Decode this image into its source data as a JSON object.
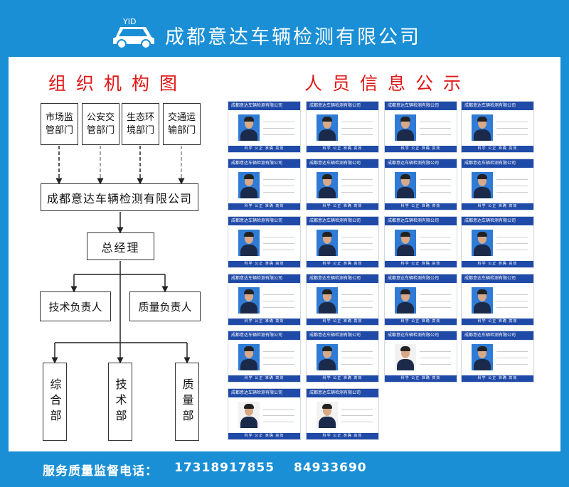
{
  "header": {
    "company": "成都意达车辆检测有限公司",
    "logo_text": "YID"
  },
  "org_chart": {
    "title": "组织机构图",
    "departments": [
      "市场监管部门",
      "公安交管部门",
      "生态环境部门",
      "交通运输部门"
    ],
    "company": "成都意达车辆检测有限公司",
    "general_manager": "总经理",
    "leads": [
      "技术负责人",
      "质量负责人"
    ],
    "divisions": [
      "综合部",
      "技术部",
      "质量部"
    ]
  },
  "staff": {
    "title": "人员信息公示",
    "card_header": "成都意达车辆检测有限公司",
    "card_footer": "科学 公正 准确 高效",
    "count": 22
  },
  "footer": {
    "label": "服务质量监督电话：",
    "phone1": "17318917855",
    "phone2": "84933690"
  },
  "colors": {
    "brand_blue": "#1a8fd6",
    "card_blue": "#1f4aa8",
    "title_red": "#e01818"
  }
}
